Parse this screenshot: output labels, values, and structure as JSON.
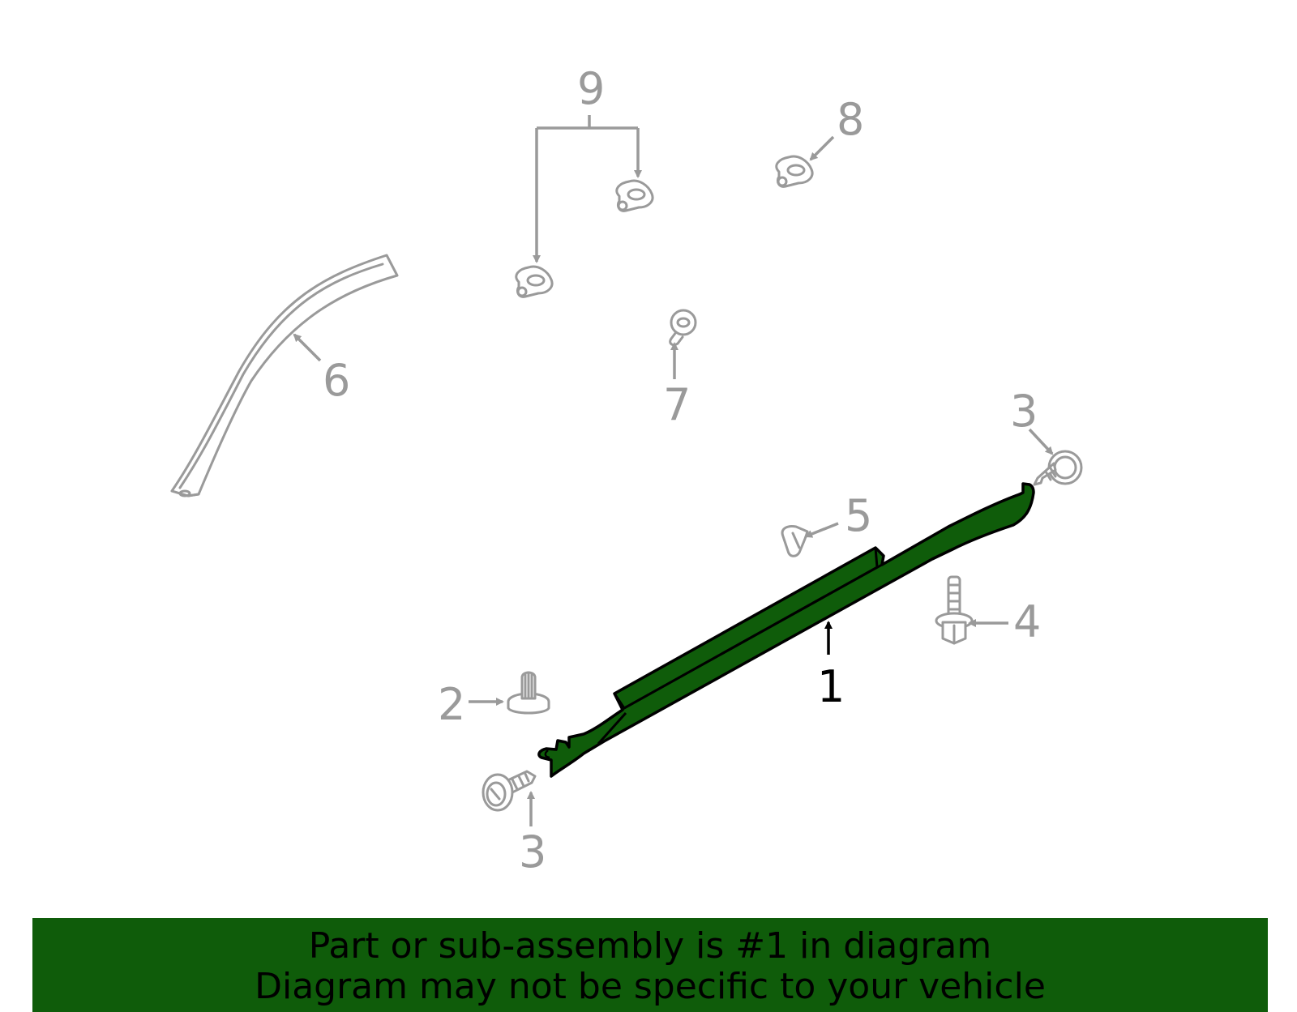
{
  "callouts": {
    "c1": "1",
    "c2": "2",
    "c3a": "3",
    "c3b": "3",
    "c4": "4",
    "c5": "5",
    "c6": "6",
    "c7": "7",
    "c8": "8",
    "c9": "9"
  },
  "banner": {
    "line1": "Part or sub-assembly is #1 in diagram",
    "line2": "Diagram may not be specific to your vehicle"
  },
  "colors": {
    "highlight": "#0f5c0a",
    "part_outline": "#9a9a9a",
    "text": "#000000"
  }
}
